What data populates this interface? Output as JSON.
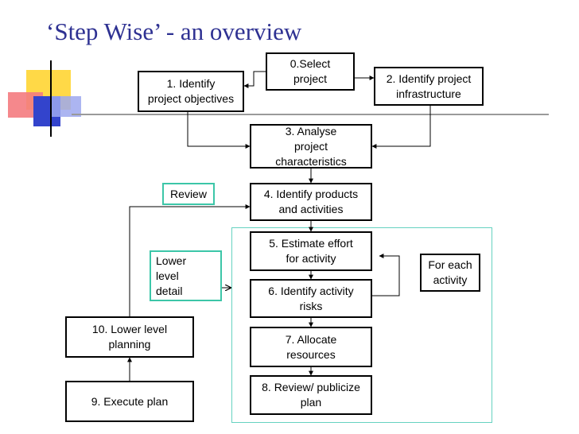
{
  "title": "‘Step Wise’ - an overview",
  "steps": {
    "s0": "0.Select\nproject",
    "s1": "1. Identify\nproject objectives",
    "s2": "2. Identify project\ninfrastructure",
    "s3": "3. Analyse\nproject\ncharacteristics",
    "s4": "4. Identify products\nand activities",
    "s5": "5. Estimate effort\nfor activity",
    "s6": "6. Identify activity\nrisks",
    "s7": "7. Allocate\nresources",
    "s8": "8. Review/ publicize\nplan",
    "s9": "9. Execute plan",
    "s10": "10. Lower level\nplanning"
  },
  "labels": {
    "review": "Review",
    "lower_level_detail": "Lower\nlevel\ndetail",
    "for_each_activity": "For each\nactivity"
  },
  "colors": {
    "title": "#2e3192",
    "accent_teal": "#3cc6a8"
  }
}
